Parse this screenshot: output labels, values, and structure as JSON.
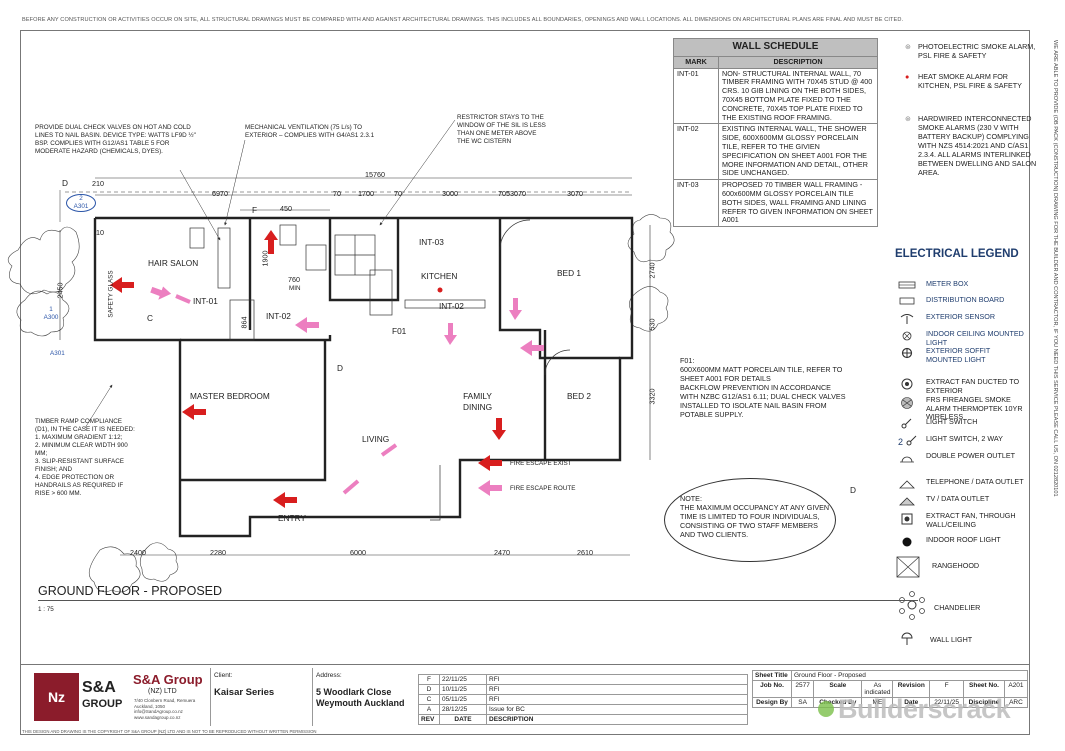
{
  "top_note": "BEFORE ANY CONSTRUCTION OR ACTIVITIES OCCUR ON SITE, ALL STRUCTURAL DRAWINGS MUST BE COMPARED WITH AND AGAINST ARCHITECTURAL DRAWINGS. THIS INCLUDES ALL BOUNDARIES, OPENINGS AND WALL LOCATIONS. ALL DIMENSIONS ON ARCHITECTURAL PLANS ARE FINAL AND MUST BE CITED.",
  "side_note": "WE ARE ABLE TO PROVIDE (OB PACK (CONSTRUCTION) DRAWING FOR THE BUILDER AND CONTRACTOR, IF YOU NEED THIS SERVICE PLEASE CALL US, ON 0212820101",
  "wall_schedule": {
    "title": "WALL SCHEDULE",
    "col_mark": "MARK",
    "col_desc": "DESCRIPTION",
    "rows": [
      {
        "mark": "INT-01",
        "desc": "NON- STRUCTURAL INTERNAL WALL, 70 TIMBER FRAMING WITH 70X45 STUD @ 400 CRS. 10 GIB LINING ON THE BOTH SIDES, 70X45 BOTTOM PLATE FIXED TO THE CONCRETE, 70X45 TOP PLATE FIXED TO THE EXISTING ROOF FRAMING."
      },
      {
        "mark": "INT-02",
        "desc": "EXISTING INTERNAL WALL, THE SHOWER SIDE, 600X600MM GLOSSY PORCELAIN TILE, REFER TO THE GIVIEN SPECIFICATION ON SHEET A001 FOR THE MORE INFORMATION AND DETAIL, OTHER SIDE UNCHANGED."
      },
      {
        "mark": "INT-03",
        "desc": "PROPOSED 70 TIMBER WALL FRAMING - 600x600MM GLOSSY PORCELAIN TILE BOTH SIDES, WALL FRAMING AND LINING REFER TO GIVEN INFORMATION ON SHEET A001"
      }
    ]
  },
  "smoke_notes": [
    "PHOTOELECTRIC SMOKE ALARM, PSL FIRE & SAFETY",
    "HEAT SMOKE ALARM FOR KITCHEN, PSL FIRE & SAFETY",
    "HARDWIRED INTERCONNECTED SMOKE ALARMS (230 V WITH BATTERY BACKUP) COMPLYING WITH NZS 4514:2021 AND C/AS1 2.3.4. ALL ALARMS INTERLINKED BETWEEN DWELLING AND SALON AREA."
  ],
  "electrical_legend": {
    "title": "ELECTRICAL LEGEND",
    "items": [
      {
        "label": "METER BOX",
        "icon": "meter-box-icon"
      },
      {
        "label": "DISTRIBUTION BOARD",
        "icon": "distribution-board-icon"
      },
      {
        "label": "EXTERIOR SENSOR",
        "icon": "exterior-sensor-icon"
      },
      {
        "label": "INDOOR CEILING MOUNTED LIGHT",
        "icon": "ceiling-light-icon"
      },
      {
        "label": "EXTERIOR SOFFIT MOUNTED LIGHT",
        "icon": "soffit-light-icon"
      },
      {
        "label": "EXTRACT FAN DUCTED TO EXTERIOR",
        "icon": "extract-fan-icon"
      },
      {
        "label": "FRS FIREANGEL SMOKE ALARM THERMOPTEK 10YR WIRELESS",
        "icon": "smoke-alarm-icon"
      },
      {
        "label": "LIGHT SWITCH",
        "icon": "light-switch-icon"
      },
      {
        "label": "LIGHT SWITCH, 2 WAY",
        "icon": "two-way-switch-icon"
      },
      {
        "label": "DOUBLE POWER OUTLET",
        "icon": "power-outlet-icon"
      },
      {
        "label": "TELEPHONE / DATA OUTLET",
        "icon": "data-outlet-icon"
      },
      {
        "label": "TV / DATA OUTLET",
        "icon": "tv-outlet-icon"
      },
      {
        "label": "EXTRACT FAN, THROUGH WALL/CEILING",
        "icon": "wall-fan-icon"
      },
      {
        "label": "INDOOR ROOF LIGHT",
        "icon": "roof-light-icon"
      },
      {
        "label": "RANGEHOOD",
        "icon": "rangehood-icon"
      },
      {
        "label": "CHANDELIER",
        "icon": "chandelier-icon"
      },
      {
        "label": "WALL LIGHT",
        "icon": "wall-light-icon"
      }
    ]
  },
  "notes": {
    "check_valves": "PROVIDE DUAL CHECK VALVES ON HOT AND COLD LINES TO NAIL BASIN. DEVICE TYPE: WATTS LF9D ½\" BSP. COMPLIES WITH G12/AS1 TABLE 5 FOR MODERATE HAZARD (CHEMICALS, DYES).",
    "ventilation": "MECHANICAL VENTILATION (75 L/s) TO EXTERIOR – COMPLIES WITH G4/AS1 2.3.1",
    "restrictor": "RESTRICTOR STAYS TO THE WINDOW OF THE SIL IS LESS THAN ONE METER ABOVE THE WC CISTERN",
    "ramp": "TIMBER RAMP COMPLIANCE (D1), IN THE CASE IT IS NEEDED:\n1. MAXIMUM GRADIENT 1:12;\n2. MINIMUM CLEAR WIDTH 900 MM;\n3. SLIP-RESISTANT SURFACE FINISH; AND\n4. EDGE PROTECTION OR HANDRAILS AS REQUIRED IF RISE > 600 MM.",
    "f01": "F01:\n600X600MM MATT PORCELAIN TILE, REFER TO SHEET A001 FOR DETAILS\nBACKFLOW PREVENTION IN ACCORDANCE WITH NZBC G12/AS1 6.11; DUAL CHECK VALVES INSTALLED TO ISOLATE NAIL BASIN FROM POTABLE SUPPLY.",
    "occupancy": "NOTE:\nTHE MAXIMUM OCCUPANCY AT ANY GIVEN TIME IS LIMITED TO FOUR INDIVIDUALS, CONSISTING OF TWO STAFF MEMBERS AND TWO CLIENTS."
  },
  "rooms": {
    "hair_salon": "HAIR SALON",
    "kitchen": "KITCHEN",
    "bed1": "BED 1",
    "bed2": "BED 2",
    "master": "MASTER BEDROOM",
    "family": "FAMILY\nDINING",
    "living": "LIVING",
    "entry": "ENTRY",
    "int01": "INT-01",
    "int02a": "INT-02",
    "int02b": "INT-02",
    "int03": "INT-03",
    "f01": "F01",
    "fire_exit": "FIRE ESCAPE EXIST",
    "fire_route": "FIRE ESCAPE ROUTE",
    "safety_glass": "SAFETY GLASS",
    "min": "MIN"
  },
  "dims": {
    "total": "15760",
    "d210": "210",
    "d6970": "6970",
    "d70a": "70",
    "d1700": "1700",
    "d70b": "70",
    "d3000": "3000",
    "d7053070": "7053070",
    "d3070": "3070",
    "d450": "450",
    "d10": "10",
    "d2450": "2450",
    "d1900": "1900",
    "d760": "760",
    "d864": "864",
    "d2740": "2740",
    "d530": "530",
    "d3320": "3320",
    "d2400": "2400",
    "d2280": "2280",
    "d6000": "6000",
    "d2470": "2470",
    "d2610": "2610"
  },
  "markers": {
    "D_top": "D",
    "D_mid": "D",
    "F": "F",
    "C": "C",
    "D_right": "D",
    "ref2": "2",
    "A301a": "A301",
    "ref1": "1",
    "A300": "A300",
    "A301b": "A301"
  },
  "drawing": {
    "title": "GROUND FLOOR - PROPOSED",
    "scale": "1 : 75"
  },
  "title_block": {
    "company": "S&A Group",
    "company_sub": "(NZ) LTD",
    "logo_nz": "Nz",
    "logo_sa": "S&A",
    "logo_group": "GROUP",
    "address_lines": "7/40 Clonbern Road, Remuera\nAuckland, 1050\ninfo@SandAgroup.co.nz\nwww.sandagroup.co.nz",
    "client_label": "Client:",
    "client": "Kaisar Series",
    "address_label": "Address:",
    "address": "5 Woodlark Close\nWeymouth Auckland",
    "revisions": [
      {
        "rev": "F",
        "date": "22/11/25",
        "desc": "RFI"
      },
      {
        "rev": "D",
        "date": "10/11/25",
        "desc": "RFI"
      },
      {
        "rev": "C",
        "date": "05/11/25",
        "desc": "RFI"
      },
      {
        "rev": "A",
        "date": "28/12/25",
        "desc": "Issue for BC"
      }
    ],
    "rev_head": "REV",
    "date_head": "DATE",
    "desc_head": "DESCRIPTION",
    "sheet_title_label": "Sheet Title",
    "sheet_title": "Ground Floor - Proposed",
    "job_label": "Job No.",
    "job": "2577",
    "scale_label": "Scale",
    "scale": "As indicated",
    "revision_label": "Revision",
    "revision": "F",
    "sheet_label": "Sheet No.",
    "sheet": "A201",
    "design_label": "Design By",
    "design": "SA",
    "checked_label": "Checked By",
    "checked": "ME",
    "date_label": "Date",
    "date": "22/11/25",
    "discipline_label": "Discipline",
    "discipline": "ARC",
    "copyright": "THIS DESIGN AND DRAWING IS THE COPYRIGHT OF S&A GROUP (NZ) LTD AND IS NOT TO BE REPRODUCED WITHOUT WRITTEN PERMISSION"
  },
  "watermark": "Builderscrack",
  "colors": {
    "arrow_red": "#d81e1e",
    "arrow_pink": "#ec7fc0",
    "legend_blue": "#1f3d6e",
    "marker_blue": "#2b55a8",
    "logo_red": "#8b1c2b"
  }
}
